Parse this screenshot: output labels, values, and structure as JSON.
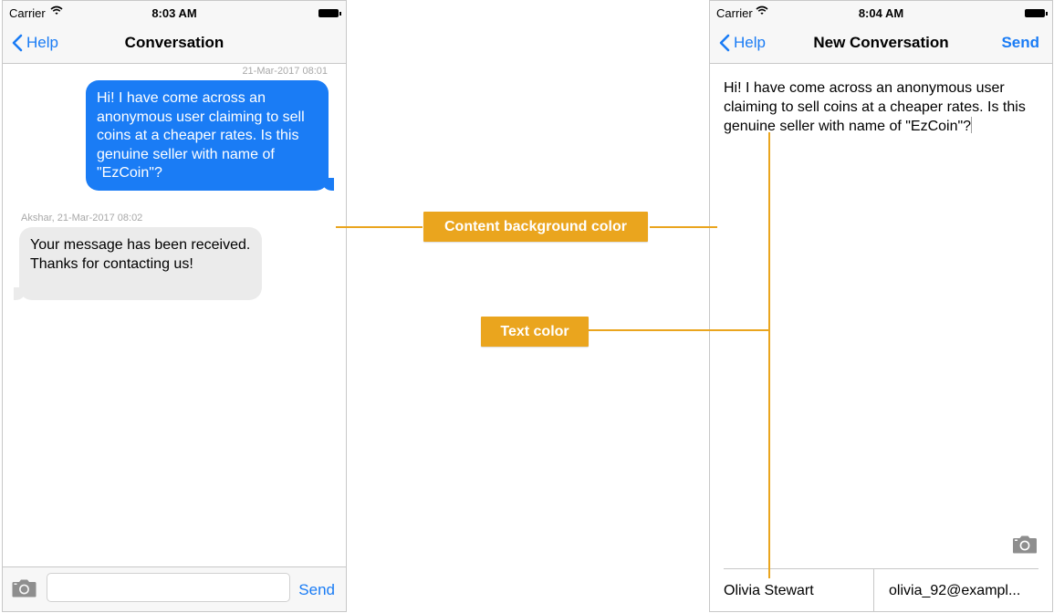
{
  "colors": {
    "accent": "#1a7cf5",
    "callout": "#eaa51e",
    "incoming_bubble": "#ebebeb"
  },
  "left": {
    "status": {
      "carrier": "Carrier",
      "time": "8:03 AM"
    },
    "nav": {
      "back_label": "Help",
      "title": "Conversation"
    },
    "messages": [
      {
        "meta": "21-Mar-2017 08:01",
        "text": "Hi! I have come across an anonymous user claiming to sell coins at a cheaper rates. Is this genuine seller with name of \"EzCoin\"?"
      },
      {
        "meta": "Akshar, 21-Mar-2017 08:02",
        "text": "Your message has been received. Thanks for contacting us!"
      }
    ],
    "composer": {
      "send_label": "Send",
      "input_value": ""
    }
  },
  "right": {
    "status": {
      "carrier": "Carrier",
      "time": "8:04 AM"
    },
    "nav": {
      "back_label": "Help",
      "title": "New Conversation",
      "send_label": "Send"
    },
    "body_text": "Hi! I have come across an anonymous user claiming to sell coins at a cheaper rates. Is this genuine seller with name of \"EzCoin\"?",
    "name_value": "Olivia Stewart",
    "email_value": "olivia_92@exampl..."
  },
  "annotations": {
    "content_bg": "Content background color",
    "text_color": "Text color"
  }
}
